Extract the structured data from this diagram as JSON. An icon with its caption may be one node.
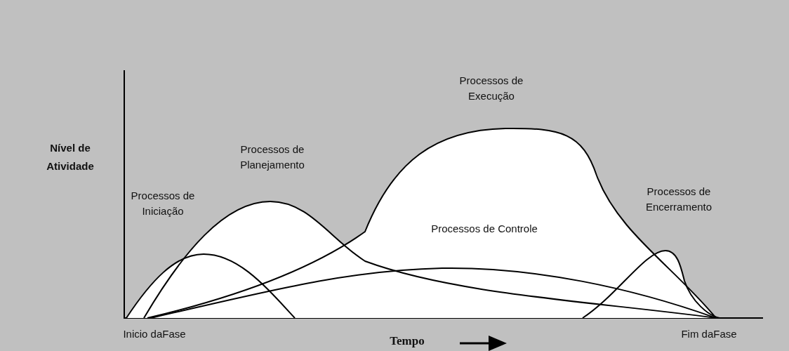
{
  "diagram": {
    "labels": [
      "Nível de Atividade",
      "Processos de Iniciação",
      "Processos de Planejamento",
      "Processos de Execução",
      "Processos de Controle",
      "Processos de Encerramento",
      "Inicio daFase",
      "Tempo",
      "Fim daFase"
    ]
  }
}
